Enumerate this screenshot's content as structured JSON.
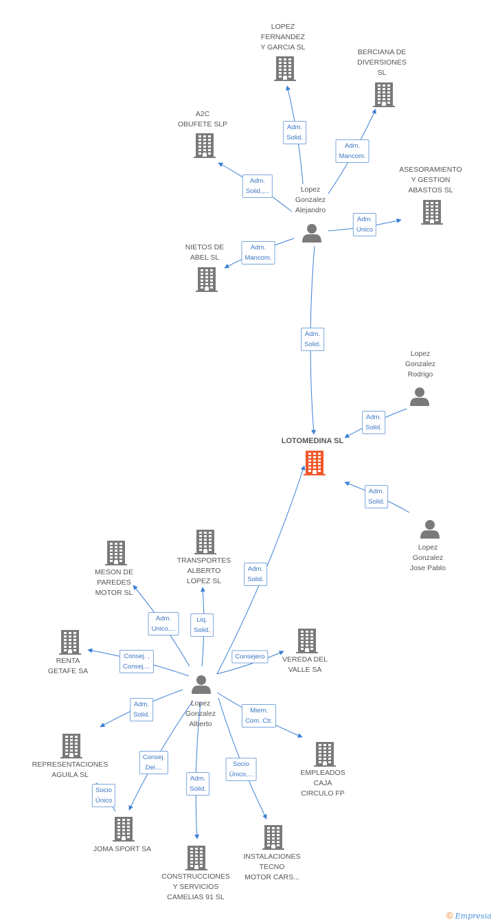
{
  "nodes": {
    "lotomedina": {
      "label": "LOTOMEDINA SL",
      "type": "company",
      "highlight": true
    },
    "lopez_gonzalez_alejandro": {
      "label": "Lopez\nGonzalez\nAlejandro",
      "type": "person"
    },
    "lopez_gonzalez_rodrigo": {
      "label": "Lopez\nGonzalez\nRodrigo",
      "type": "person"
    },
    "lopez_gonzalez_jose_pablo": {
      "label": "Lopez\nGonzalez\nJose Pablo",
      "type": "person"
    },
    "lopez_gonzalez_alberto": {
      "label": "Lopez\nGonzalez\nAlberto",
      "type": "person"
    },
    "lopez_fernandez_garcia": {
      "label": "LOPEZ\nFERNANDEZ\nY GARCIA  SL",
      "type": "company"
    },
    "berciana": {
      "label": "BERCIANA DE\nDIVERSIONES\nSL",
      "type": "company"
    },
    "a2c": {
      "label": "A2C\nOBUFETE  SLP",
      "type": "company"
    },
    "asesoramiento": {
      "label": "ASESORAMIENTO\nY GESTION\nABASTOS SL",
      "type": "company"
    },
    "nietos_abel": {
      "label": "NIETOS DE\nABEL SL",
      "type": "company"
    },
    "transportes": {
      "label": "TRANSPORTES\nALBERTO\nLOPEZ SL",
      "type": "company"
    },
    "meson": {
      "label": "MESON DE\nPAREDES\nMOTOR  SL",
      "type": "company"
    },
    "renta_getafe": {
      "label": "RENTA\nGETAFE SA",
      "type": "company"
    },
    "vereda": {
      "label": "VEREDA DEL\nVALLE SA",
      "type": "company"
    },
    "representaciones": {
      "label": "REPRESENTACIONES\nAGUILA SL",
      "type": "company"
    },
    "empleados": {
      "label": "EMPLEADOS\nCAJA\nCIRCULO FP",
      "type": "company"
    },
    "joma": {
      "label": "JOMA SPORT SA",
      "type": "company"
    },
    "instalaciones": {
      "label": "INSTALACIONES\nTECNO\nMOTOR CARS...",
      "type": "company"
    },
    "construcciones": {
      "label": "CONSTRUCCIONES\nY SERVICIOS\nCAMELIAS 91 SL",
      "type": "company"
    }
  },
  "edges": [
    {
      "from": "lopez_gonzalez_alejandro",
      "to": "lopez_fernandez_garcia",
      "label": "Adm.\nSolid."
    },
    {
      "from": "lopez_gonzalez_alejandro",
      "to": "berciana",
      "label": "Adm.\nMancom."
    },
    {
      "from": "lopez_gonzalez_alejandro",
      "to": "a2c",
      "label": "Adm.\nSolid.,..."
    },
    {
      "from": "lopez_gonzalez_alejandro",
      "to": "asesoramiento",
      "label": "Adm.\nUnico"
    },
    {
      "from": "lopez_gonzalez_alejandro",
      "to": "nietos_abel",
      "label": "Adm.\nMancom."
    },
    {
      "from": "lopez_gonzalez_alejandro",
      "to": "lotomedina",
      "label": "Adm.\nSolid."
    },
    {
      "from": "lopez_gonzalez_rodrigo",
      "to": "lotomedina",
      "label": "Adm.\nSolid."
    },
    {
      "from": "lopez_gonzalez_jose_pablo",
      "to": "lotomedina",
      "label": "Adm.\nSolid."
    },
    {
      "from": "lopez_gonzalez_alberto",
      "to": "lotomedina",
      "label": "Adm.\nSolid."
    },
    {
      "from": "lopez_gonzalez_alberto",
      "to": "transportes",
      "label": "Liq.\nSolid."
    },
    {
      "from": "lopez_gonzalez_alberto",
      "to": "meson",
      "label": "Adm.\nUnico,..."
    },
    {
      "from": "lopez_gonzalez_alberto",
      "to": "renta_getafe",
      "label": "Consej. ,\nConsej...."
    },
    {
      "from": "lopez_gonzalez_alberto",
      "to": "vereda",
      "label": "Consejero"
    },
    {
      "from": "lopez_gonzalez_alberto",
      "to": "representaciones",
      "label": "Adm.\nSolid."
    },
    {
      "from": "lopez_gonzalez_alberto",
      "to": "empleados",
      "label": "Miem.\nCom. Ctr."
    },
    {
      "from": "lopez_gonzalez_alberto",
      "to": "joma",
      "label": "Consej.\nDel...."
    },
    {
      "from": "lopez_gonzalez_alberto",
      "to": "instalaciones",
      "label": "Socio\nÚnico,..."
    },
    {
      "from": "lopez_gonzalez_alberto",
      "to": "construcciones",
      "label": "Adm.\nSolid."
    },
    {
      "from": "representaciones",
      "to": "joma",
      "label": "Socio\nÚnico"
    }
  ],
  "colors": {
    "edge": "#3a7fd5",
    "company": "#7a7a7a",
    "highlight": "#f0582a",
    "person": "#7a7a7a",
    "label": "#3a75c4"
  },
  "footer": {
    "copyright": "©",
    "brand": "Empresia"
  }
}
